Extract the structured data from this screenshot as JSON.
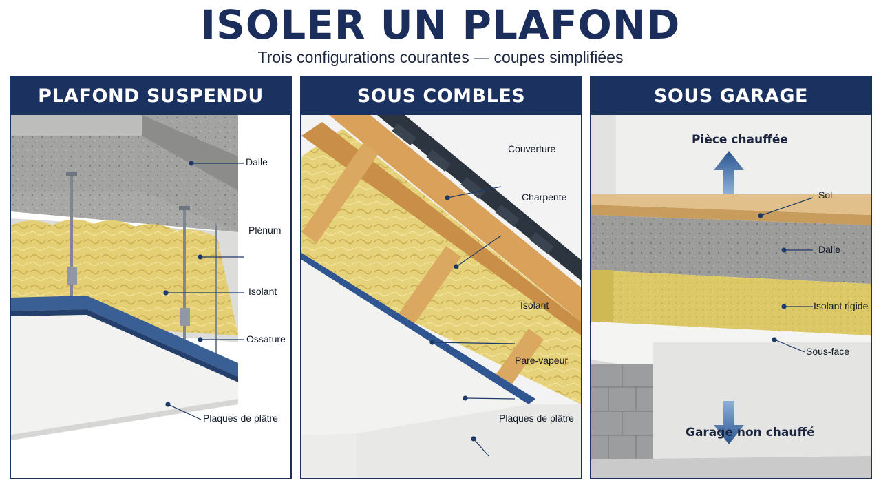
{
  "title": "ISOLER UN PLAFOND",
  "subtitle": "Trois configurations courantes — coupes simplifiées",
  "colors": {
    "navy": "#1b3261",
    "concrete": "#9a9a98",
    "insulation": "#e6d27a",
    "wood": "#d9a15a",
    "plaster": "#f2f2f0",
    "metal": "#3a5f95"
  },
  "panels": [
    {
      "title": "PLAFOND SUSPENDU",
      "labels": {
        "dalle": "Dalle",
        "plenum": "Plénum",
        "isolant": "Isolant",
        "ossature": "Ossature",
        "plaques": "Plaques de plâtre"
      }
    },
    {
      "title": "SOUS COMBLES",
      "labels": {
        "couverture": "Couverture",
        "charpente": "Charpente",
        "isolant": "Isolant",
        "pare_vapeur": "Pare-vapeur",
        "plaques": "Plaques de plâtre"
      }
    },
    {
      "title": "SOUS GARAGE",
      "labels": {
        "piece": "Pièce chauffée",
        "sol": "Sol",
        "dalle": "Dalle",
        "isolant_rigide": "Isolant rigide",
        "sous_face": "Sous-face",
        "garage": "Garage non chauffé"
      }
    }
  ]
}
